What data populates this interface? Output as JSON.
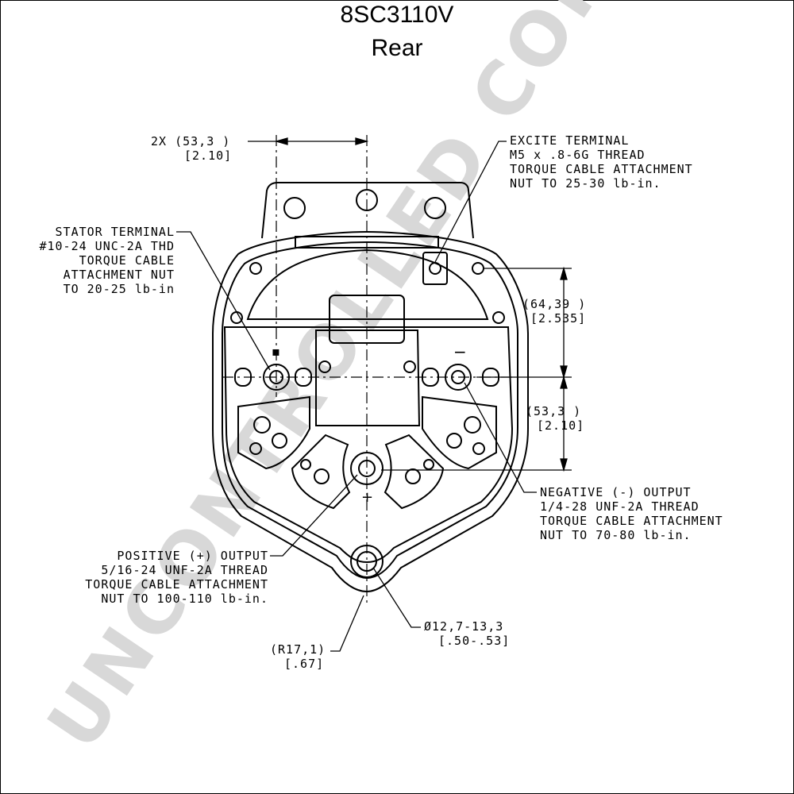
{
  "title": "8SC3110V",
  "subtitle": "Rear",
  "watermark": "UNCONTROLLED COPY",
  "dimensions": {
    "width": {
      "mm": "2X (53,3   )",
      "in": "[2.10]"
    },
    "top_offset": {
      "mm": "(64,39   )",
      "in": "[2.535]"
    },
    "terminal_offset": {
      "mm": "(53,3   )",
      "in": "[2.10]"
    },
    "mount_hole": {
      "mm": "Ø12,7-13,3",
      "in": "[.50-.53]"
    },
    "radius": {
      "mm": "(R17,1)",
      "in": "[.67]"
    }
  },
  "callouts": {
    "excite": [
      "EXCITE TERMINAL",
      "M5 x .8-6G THREAD",
      "TORQUE CABLE ATTACHMENT",
      "NUT TO 25-30 lb-in."
    ],
    "stator": [
      "STATOR TERMINAL",
      "#10-24 UNC-2A THD",
      "TORQUE CABLE",
      "ATTACHMENT NUT",
      "TO 20-25 lb-in"
    ],
    "negative": [
      "NEGATIVE (-) OUTPUT",
      "1/4-28 UNF-2A THREAD",
      "TORQUE CABLE ATTACHMENT",
      "NUT TO 70-80 lb-in."
    ],
    "positive": [
      "POSITIVE (+) OUTPUT",
      "5/16-24 UNF-2A THREAD",
      "TORQUE CABLE ATTACHMENT",
      "NUT TO 100-110 lb-in."
    ]
  },
  "terminal_marks": {
    "stator": "▪",
    "negative": "−",
    "positive": "+"
  }
}
